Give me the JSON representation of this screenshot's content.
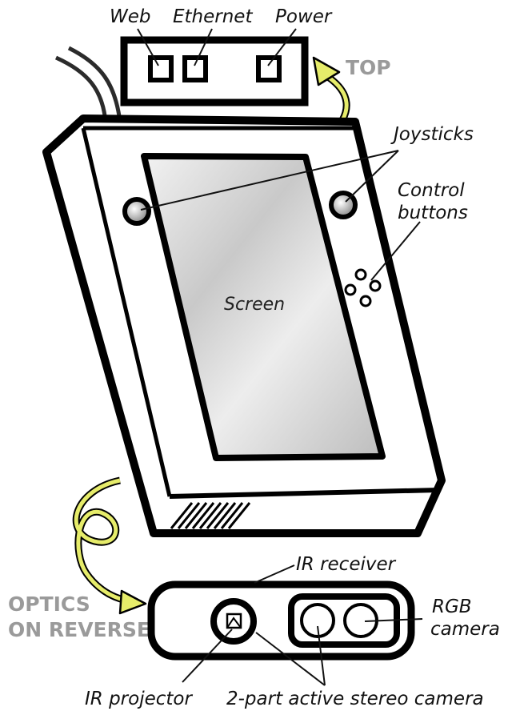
{
  "top_panel": {
    "label_web": "Web",
    "label_ethernet": "Ethernet",
    "label_power": "Power",
    "caption": "TOP"
  },
  "device": {
    "label_joysticks": "Joysticks",
    "label_control_line1": "Control",
    "label_control_line2": "buttons",
    "label_screen": "Screen"
  },
  "bottom_panel": {
    "caption_line1": "OPTICS",
    "caption_line2": "ON REVERSE",
    "label_ir_receiver": "IR receiver",
    "label_rgb_line1": "RGB",
    "label_rgb_line2": "camera",
    "label_ir_projector": "IR projector",
    "label_stereo": "2-part active stereo camera"
  },
  "colors": {
    "outline": "#000000",
    "arrow": "#e6ec6a",
    "caption": "#9a9a9a"
  }
}
